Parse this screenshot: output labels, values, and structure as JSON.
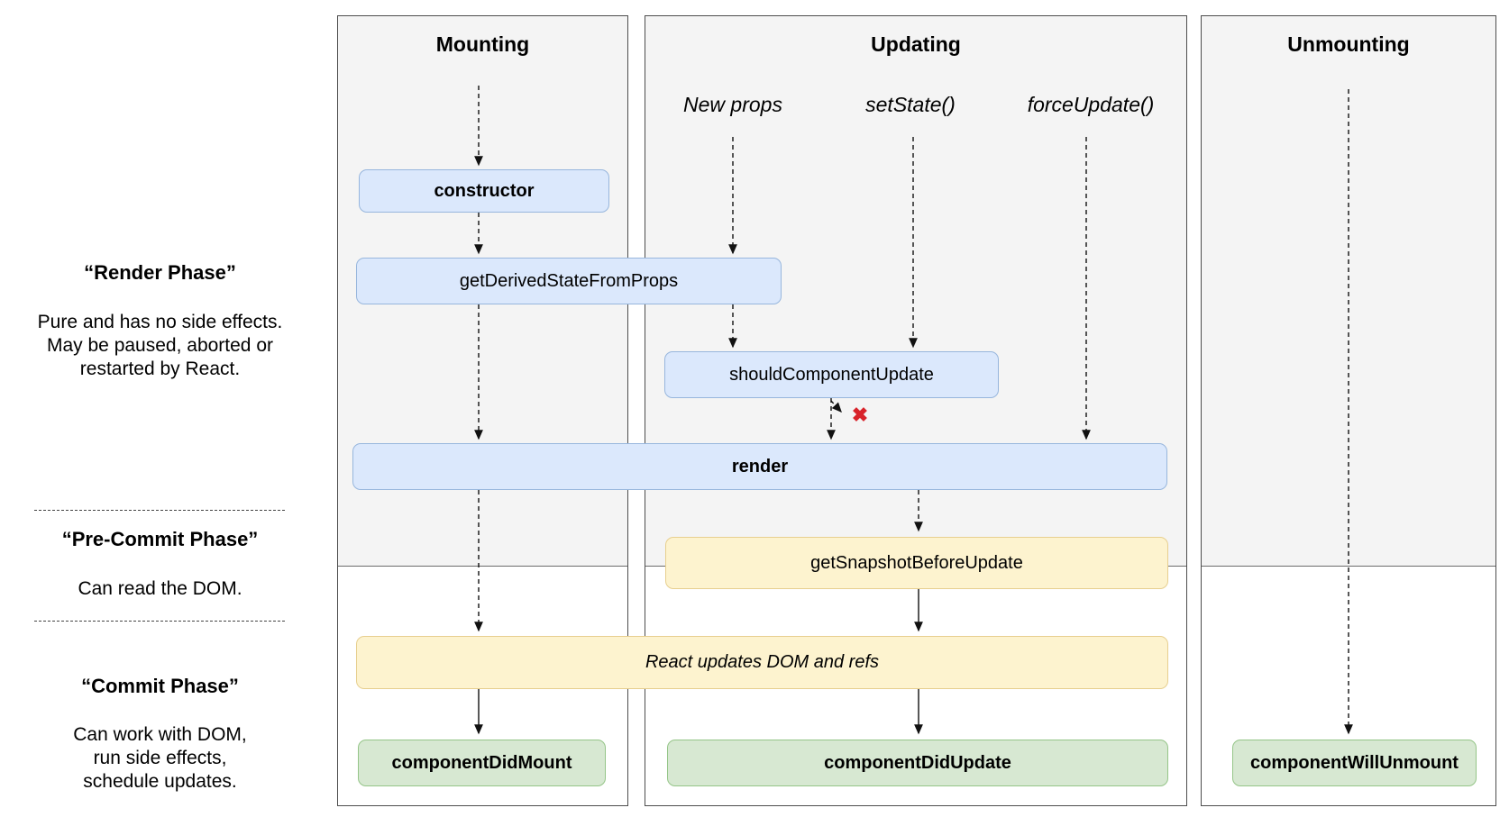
{
  "diagram": {
    "columns": [
      {
        "title": "Mounting"
      },
      {
        "title": "Updating",
        "triggers": [
          "New props",
          "setState()",
          "forceUpdate()"
        ]
      },
      {
        "title": "Unmounting"
      }
    ],
    "phases": [
      {
        "title": "“Render Phase”",
        "description": "Pure and has no side effects.\nMay be paused, aborted or\nrestarted by React."
      },
      {
        "title": "“Pre-Commit Phase”",
        "description": "Can read the DOM."
      },
      {
        "title": "“Commit Phase”",
        "description": "Can work with DOM,\nrun side effects,\nschedule updates."
      }
    ],
    "nodes": {
      "constructor": "constructor",
      "get_derived_state_from_props": "getDerivedStateFromProps",
      "should_component_update": "shouldComponentUpdate",
      "render": "render",
      "get_snapshot_before_update": "getSnapshotBeforeUpdate",
      "react_updates": "React updates DOM and refs",
      "component_did_mount": "componentDidMount",
      "component_did_update": "componentDidUpdate",
      "component_will_unmount": "componentWillUnmount"
    },
    "icons": {
      "cancel_x": "✖"
    },
    "colors": {
      "column_bg": "#f4f4f4",
      "node_blue_bg": "#dbe8fc",
      "node_blue_border": "#97b6dd",
      "node_yellow_bg": "#fdf3cf",
      "node_yellow_border": "#e7cf8f",
      "node_green_bg": "#d7e8d2",
      "node_green_border": "#95c588",
      "cancel_x_color": "#d8232a"
    }
  }
}
